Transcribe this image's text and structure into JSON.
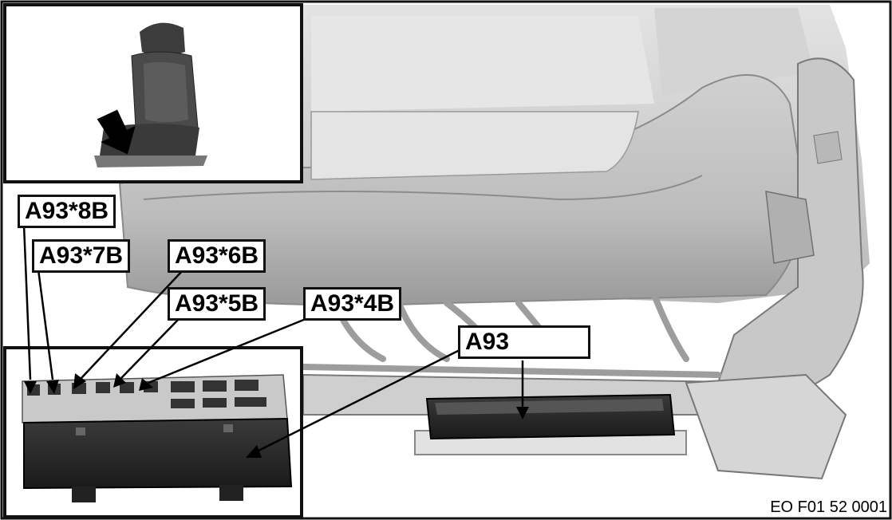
{
  "diagram": {
    "callouts": [
      {
        "id": "a93-8b",
        "label": "A93*8B"
      },
      {
        "id": "a93-7b",
        "label": "A93*7B"
      },
      {
        "id": "a93-6b",
        "label": "A93*6B"
      },
      {
        "id": "a93-5b",
        "label": "A93*5B"
      },
      {
        "id": "a93-4b",
        "label": "A93*4B"
      },
      {
        "id": "a93",
        "label": "A93"
      }
    ],
    "reference_code": "EO F01 52 0001"
  },
  "colors": {
    "frame": "#111111",
    "background": "#ffffff",
    "seat_light": "#d9d9d9",
    "seat_mid": "#b5b5b5",
    "module_dark": "#2a2a2a"
  }
}
